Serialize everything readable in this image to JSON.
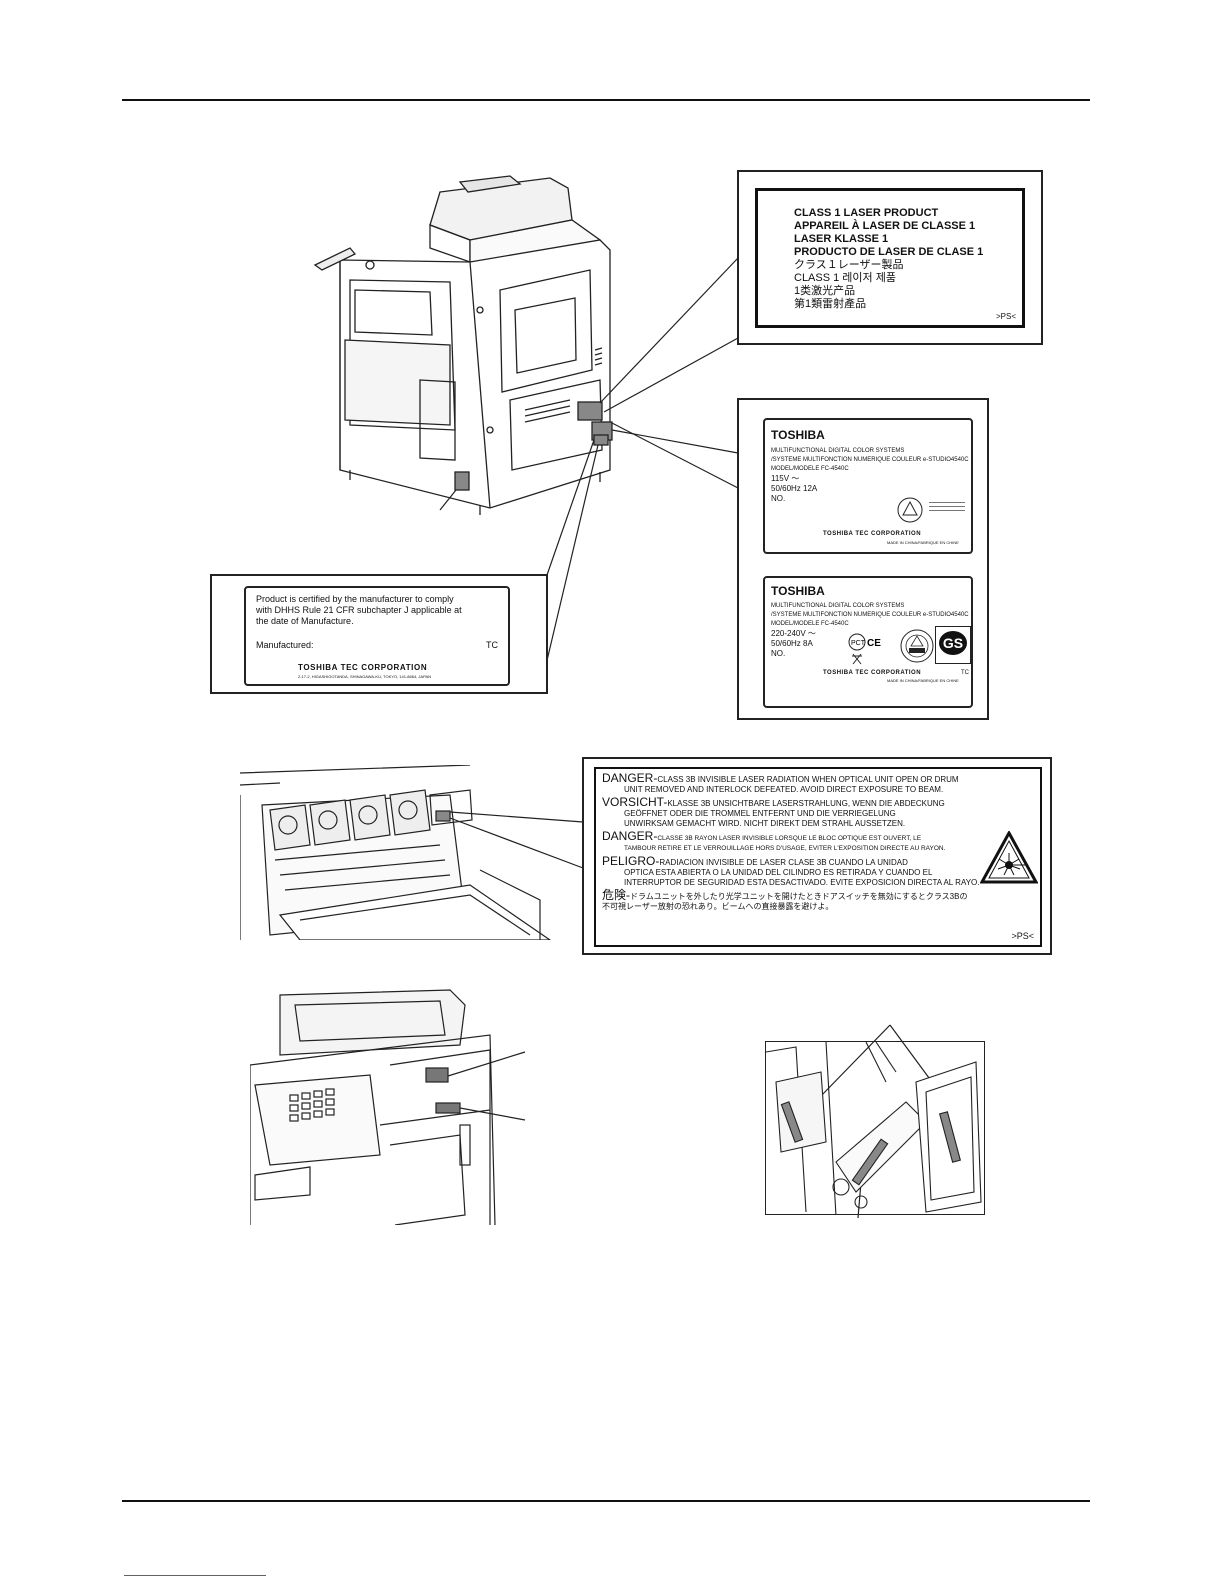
{
  "laser_class_label": {
    "lines": [
      "CLASS 1 LASER PRODUCT",
      "APPAREIL À LASER DE CLASSE 1",
      "LASER KLASSE 1",
      "PRODUCTO DE LASER DE CLASE 1",
      "クラス１レーザー製品",
      "CLASS 1 레이저 제품",
      "1类激光产品",
      "第1類雷射產品"
    ],
    "code": ">PS<"
  },
  "rating_label_115": {
    "brand": "TOSHIBA",
    "line1": "MULTIFUNCTIONAL DIGITAL COLOR SYSTEMS",
    "line2": "/SYSTEME MULTIFONCTION NUMERIQUE COULEUR e-STUDIO4540C",
    "model": "MODEL/MODELE FC-4540C",
    "voltage": "115V ～",
    "freq": "50/60Hz    12A",
    "no": "NO.",
    "maker": "TOSHIBA TEC CORPORATION",
    "origin": "MADE IN CHINA/FABRIQUE EN CHINE"
  },
  "rating_label_220": {
    "brand": "TOSHIBA",
    "line1": "MULTIFUNCTIONAL DIGITAL COLOR SYSTEMS",
    "line2": "/SYSTEME MULTIFONCTION NUMERIQUE COULEUR e-STUDIO4540C",
    "model": "MODEL/MODELE FC-4540C",
    "voltage": "220-240V ～",
    "freq": "50/60Hz    8A",
    "no": "NO.",
    "maker": "TOSHIBA TEC CORPORATION",
    "tc": "TC",
    "origin": "MADE IN CHINA/FABRIQUE EN CHINE",
    "gs": "GS"
  },
  "cert_label": {
    "text1": "Product is certified by the manufacturer to comply",
    "text2": "with DHHS Rule 21 CFR subchapter J applicable at",
    "text3": "the date of Manufacture.",
    "manufactured": "Manufactured:",
    "tc": "TC",
    "maker": "TOSHIBA TEC CORPORATION",
    "address": "2-17-2, HIGASHIGOTANDA, SHINAGAWA-KU, TOKYO, 141-8664, JAPAN"
  },
  "danger_label": {
    "d1_head": "DANGER-",
    "d1_a": "CLASS 3B INVISIBLE LASER RADIATION WHEN OPTICAL UNIT OPEN OR DRUM",
    "d1_b": "UNIT REMOVED AND INTERLOCK DEFEATED. AVOID DIRECT EXPOSURE TO BEAM.",
    "d2_head": "VORSICHT-",
    "d2_a": "KLASSE 3B UNSICHTBARE LASERSTRAHLUNG, WENN DIE ABDECKUNG",
    "d2_b": "GEÖFFNET ODER DIE TROMMEL ENTFERNT UND DIE VERRIEGELUNG",
    "d2_c": "UNWIRKSAM GEMACHT WIRD. NICHT DIREKT DEM STRAHL AUSSETZEN.",
    "d3_head": "DANGER-",
    "d3_a": "CLASSE 3B RAYON LASER INVISIBLE LORSQUE LE BLOC OPTIQUE EST OUVERT, LE",
    "d3_b": "TAMBOUR RETIRE ET LE VERROUILLAGE HORS D'USAGE, EVITER L'EXPOSITION DIRECTE AU RAYON.",
    "d4_head": "PELIGRO-",
    "d4_a": "RADIACION INVISIBLE DE LASER CLASE 3B CUANDO LA UNIDAD",
    "d4_b": "OPTICA ESTA ABIERTA O LA UNIDAD DEL CILINDRO ES RETIRADA Y CUANDO EL",
    "d4_c": "INTERRUPTOR DE SEGURIDAD ESTA DESACTIVADO.  EVITE EXPOSICION DIRECTA AL RAYO.",
    "d5_head": "危険-",
    "d5_a": "ドラムユニットを外したり光学ユニットを開けたときドアスイッチを無効にするとクラス3Bの",
    "d5_b": "不可視レーザー放射の恐れあり。ビームへの直接暴露を避けよ。",
    "code": ">PS<"
  }
}
